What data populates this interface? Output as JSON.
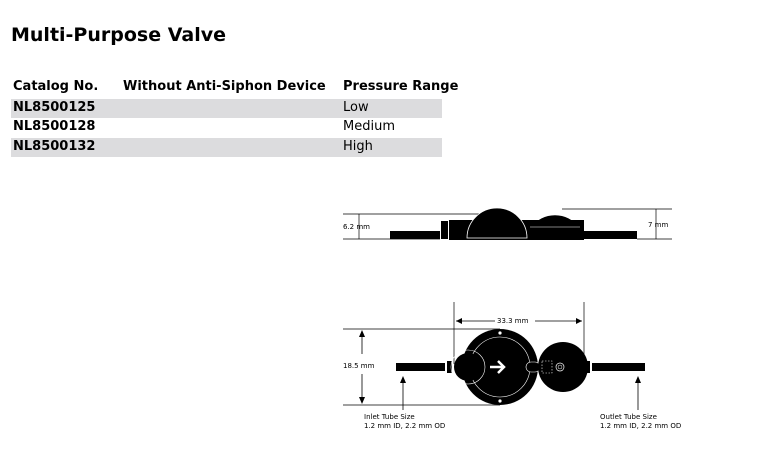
{
  "title": "Multi-Purpose Valve",
  "table": {
    "headers": [
      "Catalog No.",
      "Without Anti-Siphon Device",
      "Pressure Range"
    ],
    "rows": [
      {
        "catalog": "NL8500125",
        "pressure": "Low"
      },
      {
        "catalog": "NL8500128",
        "pressure": "Medium"
      },
      {
        "catalog": "NL8500132",
        "pressure": "High"
      }
    ]
  },
  "diagram": {
    "side_height_left": "6.2 mm",
    "side_height_right": "7 mm",
    "length": "33.3 mm",
    "width": "18.5 mm",
    "inlet_label": "Inlet Tube Size",
    "inlet_spec": "1.2 mm ID, 2.2 mm OD",
    "outlet_label": "Outlet Tube Size",
    "outlet_spec": "1.2 mm ID, 2.2 mm OD"
  }
}
